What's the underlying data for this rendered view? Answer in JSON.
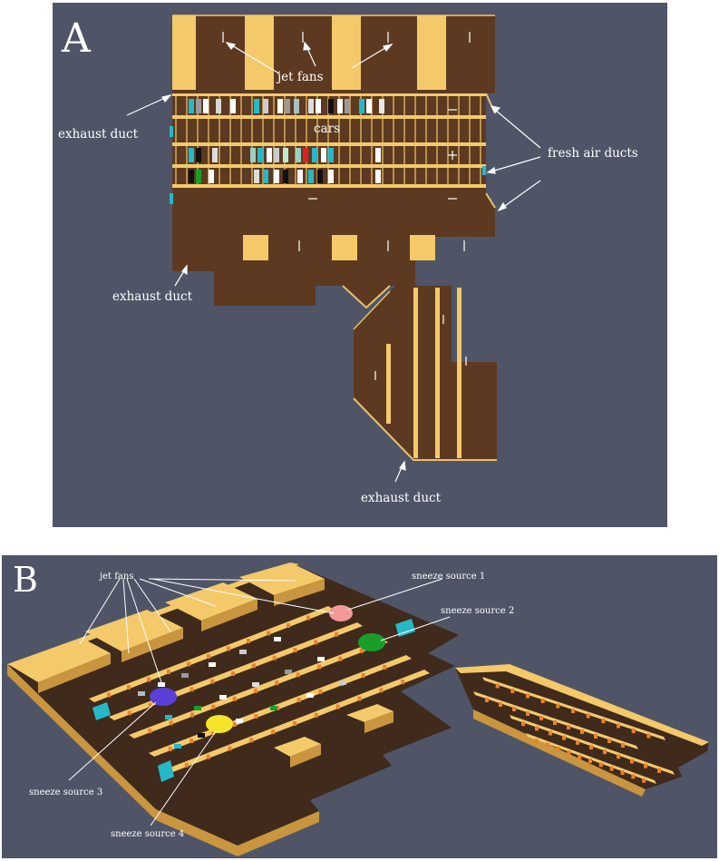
{
  "panel_a": {
    "label": "A",
    "annotations": {
      "jet_fans": "jet fans",
      "cars": "cars",
      "exhaust_duct_top": "exhaust duct",
      "fresh_air_ducts": "fresh air ducts",
      "exhaust_duct_left": "exhaust duct",
      "exhaust_duct_bottom": "exhaust duct"
    }
  },
  "panel_b": {
    "label": "B",
    "annotations": {
      "jet_fans": "jet fans",
      "sneeze_source_1": "sneeze source 1",
      "sneeze_source_2": "sneeze source 2",
      "sneeze_source_3": "sneeze source 3",
      "sneeze_source_4": "sneeze source 4"
    }
  },
  "colors": {
    "background": "#4f5567",
    "floor": "#5c3920",
    "floor_3d": "#3f2a1c",
    "wall": "#f4c96a",
    "wall_side": "#c9963f",
    "annotation": "#ffffff",
    "sneeze_source_1": "#f29a9a",
    "sneeze_source_2": "#1a9e2a",
    "sneeze_source_3": "#5b3fd8",
    "sneeze_source_4": "#f5e52a",
    "fresh_air_duct": "#27b8c8"
  }
}
